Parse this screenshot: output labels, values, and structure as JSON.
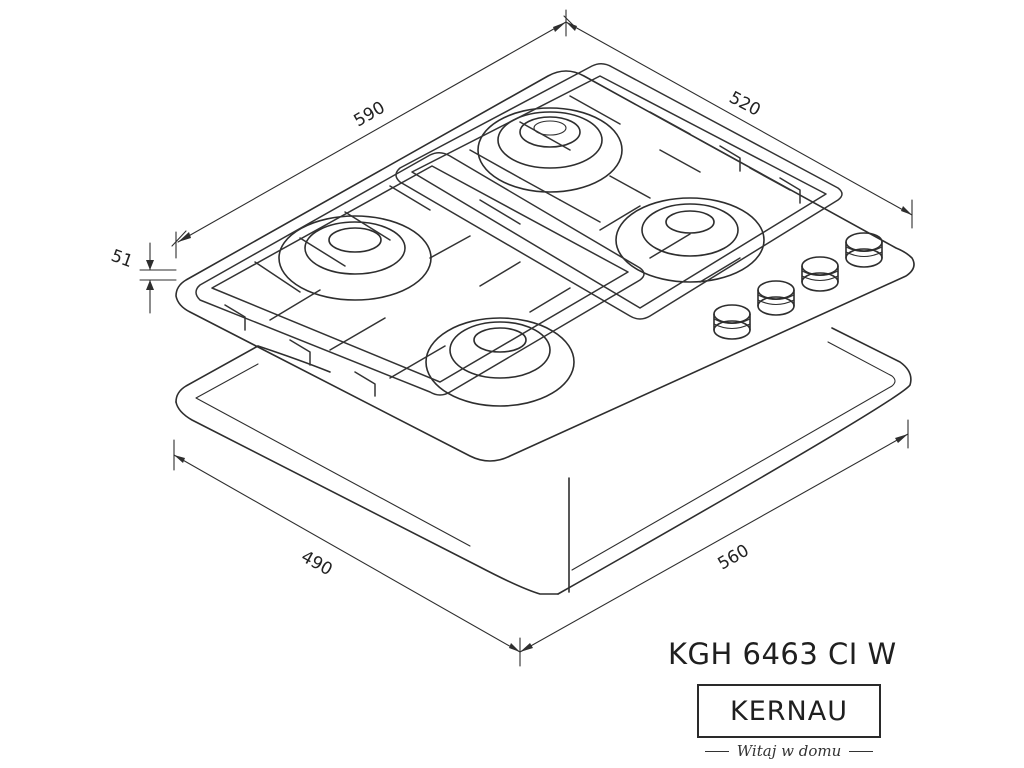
{
  "dimensions": {
    "width_top": "590",
    "depth_top": "520",
    "height": "51",
    "cutout_width": "490",
    "cutout_depth": "560"
  },
  "product": {
    "model": "KGH 6463 CI W",
    "brand": "KERNAU",
    "tagline": "Witaj w domu"
  },
  "colors": {
    "line": "#2e2e2e",
    "background": "#ffffff"
  }
}
